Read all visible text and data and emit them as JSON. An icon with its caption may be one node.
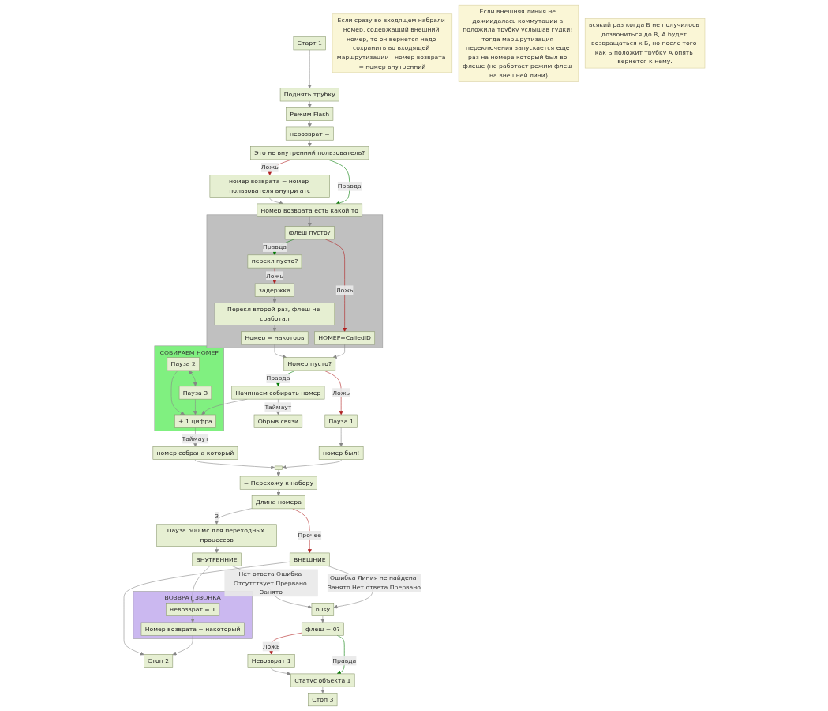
{
  "diagram": {
    "nodes": [
      {
        "text": [
          "Старт 1"
        ]
      },
      {
        "text": [
          "Поднять трубку"
        ]
      },
      {
        "text": [
          "номер возврата = номер пользователя внутри атс"
        ]
      },
      {
        "text": [
          "Режим Flash"
        ]
      },
      {
        "text": [
          "невозврат ="
        ]
      },
      {
        "text": [
          "Это не внутренний пользователь?"
        ]
      },
      {
        "text": [
          "Номер возврата есть какой то"
        ]
      },
      {
        "text": [],
        "shape": "box"
      },
      {
        "text": [
          "НОМЕР=CalledID"
        ],
        "in": 7
      },
      {
        "text": [
          "флеш пусто?"
        ],
        "in": 7
      },
      {
        "text": [
          "перекл пусто?"
        ],
        "in": 7
      },
      {
        "text": [
          "Номер = накоторь"
        ],
        "in": 7
      },
      {
        "text": [
          "Перекл второй раз, флеш не сработал"
        ],
        "in": 7
      },
      {
        "text": [
          "задержка"
        ],
        "in": 7
      },
      {
        "text": [
          "Если сразу во входящем набрали номер, содержащий внешний номер, то он вернется надо сохранить во входящей маршрутизации - номер возврата = номер внутренний"
        ]
      },
      {
        "text": [
          "Если внешняя линия не дожиидалась коммутации а положила трубку услышав гудки! тогда маршрутизация переключения запускается еще раз на номере который был во флеше (не работает режим флеш на внешней лини)"
        ]
      },
      {
        "text": [
          "Номер пусто?"
        ]
      },
      {
        "text": [
          "Пауза 1"
        ]
      },
      {
        "text": [
          "СОБИРАЕМ НОМЕР"
        ]
      },
      {
        "text": [
          "Пауза 3"
        ],
        "in": 18
      },
      {
        "text": [
          "Пауза 2"
        ],
        "in": 18
      },
      {
        "text": [
          "+ 1 цифра"
        ],
        "in": 18
      },
      {
        "text": [
          "номер был!"
        ]
      },
      {
        "text": [
          "Начинаем собирать номер"
        ]
      },
      {
        "text": [
          "номер собрана который"
        ]
      },
      {
        "text": [],
        "shape": "box"
      },
      {
        "text": [
          "= Перехожу к набору"
        ]
      },
      {
        "text": [
          "Длина номера"
        ]
      },
      {
        "text": [
          "Обрыв связи"
        ]
      },
      {
        "text": [
          "Пауза 500 мс для переходных процессов"
        ]
      },
      {
        "text": [
          "ВОЗВРАТ ЗВОНКА"
        ]
      },
      {
        "text": [
          "ВНЕШНИЕ"
        ]
      },
      {
        "text": [
          "Стоп 2"
        ]
      },
      {
        "text": [
          "Номер возврата = накоторый"
        ],
        "in": 30
      },
      {
        "text": [
          "невозврат = 1"
        ],
        "in": 30
      },
      {
        "text": [
          "ВНУТРЕННИЕ"
        ]
      },
      {
        "text": [
          "busy"
        ]
      },
      {
        "text": [
          "всякий раз когда Б не получилось дозвониться до В, А будет возвращаться к Б, но после того как Б положит трубку А опять вернется к нему."
        ]
      },
      {
        "text": [
          "флеш = 0?"
        ]
      },
      {
        "text": [
          "Невозврат 1"
        ]
      },
      {
        "text": [
          "Статус объекта 1"
        ]
      },
      {
        "text": [
          "Стоп 3"
        ]
      }
    ],
    "edges": [
      {
        "from": 0,
        "to": 1,
        "arrow": "to"
      },
      {
        "from": 1,
        "to": 3,
        "arrow": "to"
      },
      {
        "from": 3,
        "to": 4,
        "arrow": "to"
      },
      {
        "from": 4,
        "to": 5,
        "arrow": "to"
      },
      {
        "from": 5,
        "to": 2,
        "arrow": "to",
        "label": "Ложь",
        "color": "#b02020"
      },
      {
        "from": 5,
        "to": 6,
        "arrow": "to",
        "label": "Правда",
        "color": "#007a00"
      },
      {
        "from": 2,
        "to": 6,
        "arrow": "to"
      },
      {
        "from": 6,
        "to": 9,
        "arrow": "to"
      },
      {
        "from": 9,
        "to": 8,
        "arrow": "to",
        "label": "Ложь",
        "color": "#b02020"
      },
      {
        "from": 9,
        "to": 10,
        "arrow": "to",
        "label": "Правда",
        "color": "#007a00"
      },
      {
        "from": 10,
        "to": 13,
        "arrow": "to",
        "label": "Ложь",
        "color": "#b02020"
      },
      {
        "from": 13,
        "to": 12,
        "arrow": "to"
      },
      {
        "from": 12,
        "to": 11,
        "arrow": "to"
      },
      {
        "from": 8,
        "to": 16,
        "arrow": "to"
      },
      {
        "from": 11,
        "to": 16,
        "arrow": "to"
      },
      {
        "from": 16,
        "to": 17,
        "arrow": "to",
        "label": "Ложь",
        "color": "#b02020"
      },
      {
        "from": 16,
        "to": 23,
        "arrow": "to",
        "label": "Правда",
        "color": "#007a00"
      },
      {
        "from": 17,
        "to": 22,
        "arrow": "to"
      },
      {
        "from": 22,
        "to": 25,
        "arrow": "to"
      },
      {
        "from": 23,
        "to": 21,
        "arrow": "to"
      },
      {
        "from": 20,
        "to": 19,
        "arrow": "both"
      },
      {
        "from": 19,
        "to": 21,
        "arrow": "to"
      },
      {
        "from": 20,
        "to": 21,
        "arrow": "to"
      },
      {
        "from": 21,
        "to": 24,
        "arrow": "to",
        "label": "Таймаут"
      },
      {
        "from": 24,
        "to": 25,
        "arrow": "to"
      },
      {
        "from": 25,
        "to": 26,
        "arrow": "to"
      },
      {
        "from": 26,
        "to": 27,
        "arrow": "to"
      },
      {
        "from": 23,
        "to": 28,
        "arrow": "to",
        "label": "Таймаут"
      },
      {
        "from": 27,
        "to": 29,
        "arrow": "to",
        "label": "3"
      },
      {
        "from": 27,
        "to": 31,
        "arrow": "to",
        "label": "Прочее",
        "color": "#b02020"
      },
      {
        "from": 29,
        "to": 35,
        "arrow": "to"
      },
      {
        "from": 35,
        "to": 34,
        "arrow": "to"
      },
      {
        "from": 34,
        "to": 33,
        "arrow": "to"
      },
      {
        "from": 33,
        "to": 32,
        "arrow": "to"
      },
      {
        "from": 31,
        "to": 32,
        "arrow": "to"
      },
      {
        "from": 31,
        "to": 36,
        "arrow": "to",
        "label": "Ошибка Линия не найдена Занято Нет ответа Прервано"
      },
      {
        "from": 35,
        "to": 36,
        "arrow": "to",
        "label": "Нет ответа Ошибка Отсутствует Прервано Занято"
      },
      {
        "from": 36,
        "to": 38,
        "arrow": "to"
      },
      {
        "from": 38,
        "to": 39,
        "arrow": "to",
        "label": "Ложь",
        "color": "#b02020"
      },
      {
        "from": 38,
        "to": 40,
        "arrow": "to",
        "label": "Правда",
        "color": "#007a00"
      },
      {
        "from": 39,
        "to": 40,
        "arrow": "to"
      },
      {
        "from": 40,
        "to": 41,
        "arrow": "to"
      }
    ]
  }
}
